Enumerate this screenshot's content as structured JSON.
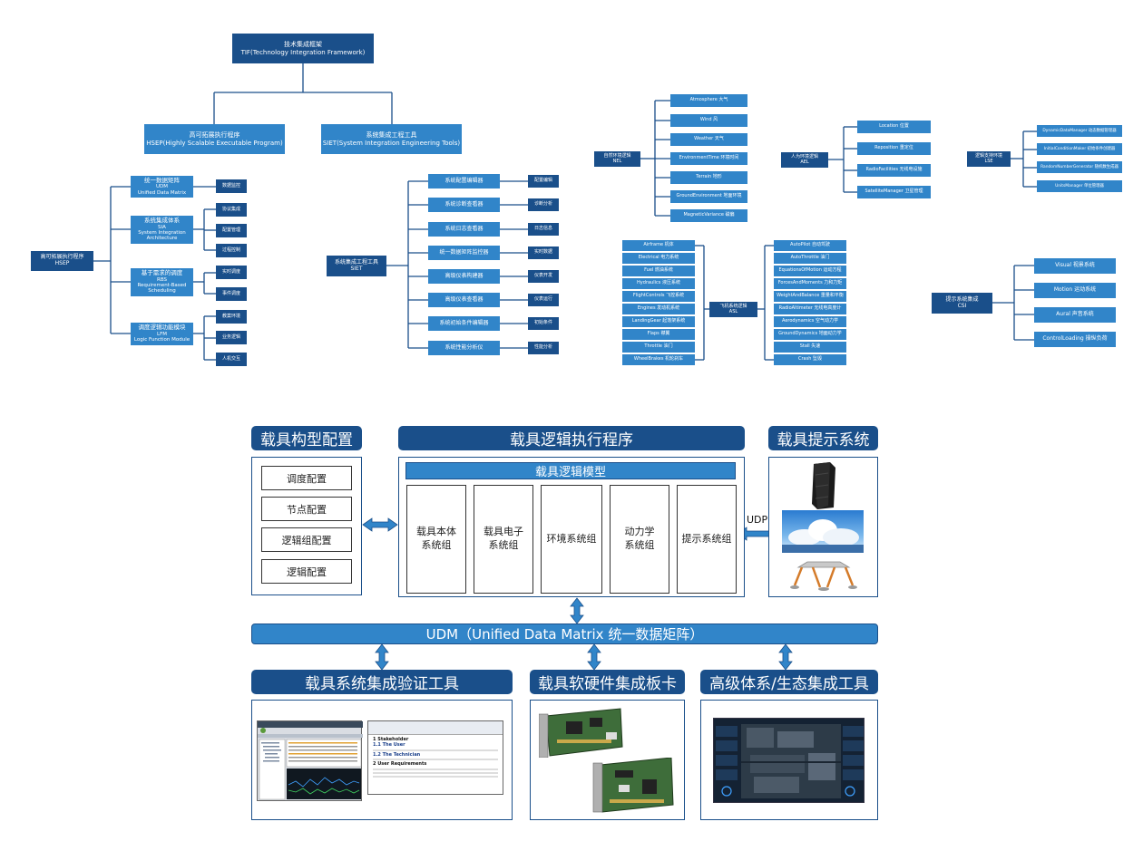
{
  "tif": {
    "title": "技术集成框架",
    "subtitle": "TIF(Technology Integration Framework)"
  },
  "hsep_top": {
    "title": "高可拓展执行程序",
    "subtitle": "HSEP(Highly Scalable Executable Program)"
  },
  "siet_top": {
    "title": "系统集成工程工具",
    "subtitle": "SIET(System Integration Engineering Tools)"
  },
  "hsep": {
    "root": {
      "title": "高可拓展执行程序",
      "subtitle": "HSEP"
    },
    "groups": [
      {
        "lines": [
          "统一数据矩阵",
          "UDM",
          "Unified Data Matrix"
        ],
        "leaves": [
          "数据监控"
        ]
      },
      {
        "lines": [
          "系统集成体系",
          "SIA",
          "System Integration",
          "Architecture"
        ],
        "leaves": [
          "协议集成",
          "配置管理",
          "过程控制"
        ]
      },
      {
        "lines": [
          "基于需求的调度",
          "RBS",
          "Requirement-Based",
          "Scheduling"
        ],
        "leaves": [
          "实时调度",
          "事件调度"
        ]
      },
      {
        "lines": [
          "调度逻辑功能模块",
          "LFM",
          "Logic Function Module"
        ],
        "leaves": [
          "教案环境",
          "业务逻辑",
          "人机交互"
        ]
      }
    ]
  },
  "siet": {
    "root": {
      "title": "系统集成工程工具",
      "subtitle": "SIET"
    },
    "items": [
      {
        "name": "系统配置编辑器",
        "leaf": "配置编辑"
      },
      {
        "name": "系统诊断查看器",
        "leaf": "诊断分析"
      },
      {
        "name": "系统日志查看器",
        "leaf": "日志信息"
      },
      {
        "name": "统一数据矩阵监控器",
        "leaf": "实时数据"
      },
      {
        "name": "高级仪表构建器",
        "leaf": "仪表开发"
      },
      {
        "name": "高级仪表查看器",
        "leaf": "仪表运行"
      },
      {
        "name": "系统初始条件编辑器",
        "leaf": "初始条件"
      },
      {
        "name": "系统性能分析仪",
        "leaf": "性能分析"
      }
    ]
  },
  "nel": {
    "root": {
      "title": "自然环境逻辑",
      "subtitle": "NEL"
    },
    "items": [
      "Atmosphere 大气",
      "Wind 风",
      "Weather 天气",
      "EnvironmentTime 环境时间",
      "Terrain 地形",
      "GroundEnvironment 地面环境",
      "MagneticVariance 磁偏"
    ]
  },
  "ael": {
    "root": {
      "title": "人为环境逻辑",
      "subtitle": "AEL"
    },
    "items": [
      "Location 位置",
      "Reposition 重定位",
      "RadioFacilities 无线电设施",
      "SatelliteManager 卫星管理"
    ]
  },
  "lse": {
    "root": {
      "title": "逻辑支持环境",
      "subtitle": "LSE"
    },
    "items": [
      "DynamicDataManager 动态数据管理器",
      "InitialConditionMaker 初始条件创建器",
      "RandomNumberGenerator 随机数生成器",
      "UnitsManager 单位管理器"
    ]
  },
  "asl": {
    "root": {
      "title": "飞机系统逻辑",
      "subtitle": "ASL"
    },
    "left": [
      "Airframe 机体",
      "Electrical 电力系统",
      "Fuel 燃油系统",
      "Hydraulics 液压系统",
      "FlightControls 飞控系统",
      "Engines 发动机系统",
      "LandingGear 起落架系统",
      "Flaps 襟翼",
      "Throttle 油门",
      "WheelBrakes 机轮刹车"
    ],
    "right": [
      "AutoPilot 自动驾驶",
      "AutoThrottle 油门",
      "EquationsOfMotion 运动方程",
      "ForcesAndMoments 力和力矩",
      "WeightAndBalance 重量和平衡",
      "RadioAltimeter 无线电高度计",
      "Aerodynamics 空气动力学",
      "GroundDynamics 地面动力学",
      "Stall 失速",
      "Crash 坠毁"
    ]
  },
  "csi": {
    "root": {
      "title": "提示系统集成",
      "subtitle": "CSI"
    },
    "items": [
      "Visual 视景系统",
      "Motion 运动系统",
      "Aural 声音系统",
      "ControlLoading 操纵负荷"
    ]
  },
  "bottom": {
    "config_header": "载具构型配置",
    "config_items": [
      "调度配置",
      "节点配置",
      "逻辑组配置",
      "逻辑配置"
    ],
    "exec_header": "载具逻辑执行程序",
    "model_header": "载具逻辑模型",
    "columns": [
      [
        "载具本体",
        "系统组"
      ],
      [
        "载具电子",
        "系统组"
      ],
      [
        "环境系统组"
      ],
      [
        "动力学",
        "系统组"
      ],
      [
        "提示系统组"
      ]
    ],
    "cue_header": "载具提示系统",
    "udp_label": "UDP",
    "udm_bar": "UDM（Unified Data Matrix 统一数据矩阵）",
    "verify_header": "载具系统集成验证工具",
    "board_header": "载具软硬件集成板卡",
    "eco_header": "高级体系/生态集成工具",
    "doc": {
      "heading1": "1 Stakeholder",
      "heading2": "1.1 The User",
      "heading3": "1.2 The Technician",
      "heading4": "2 User Requirements"
    }
  }
}
